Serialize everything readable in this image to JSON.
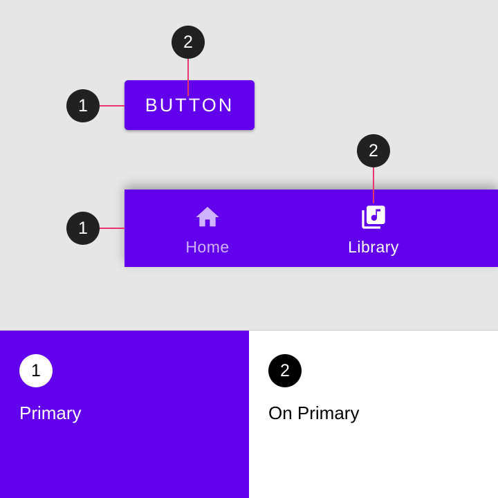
{
  "button": {
    "label": "BUTTON"
  },
  "bottom_nav": {
    "items": [
      {
        "label": "Home",
        "icon": "home-icon"
      },
      {
        "label": "Library",
        "icon": "library-music-icon"
      }
    ]
  },
  "callouts": {
    "button_container": "1",
    "button_text": "2",
    "nav_container": "1",
    "nav_active_item": "2"
  },
  "swatches": [
    {
      "number": "1",
      "label": "Primary",
      "color": "#6200ee"
    },
    {
      "number": "2",
      "label": "On Primary",
      "color": "#ffffff"
    }
  ],
  "colors": {
    "primary": "#6200ee",
    "on_primary": "#ffffff",
    "inactive_nav": "#cfb3ff",
    "callout_fill": "#212121",
    "leader_line": "#e8336b",
    "canvas": "#e6e6e6"
  }
}
